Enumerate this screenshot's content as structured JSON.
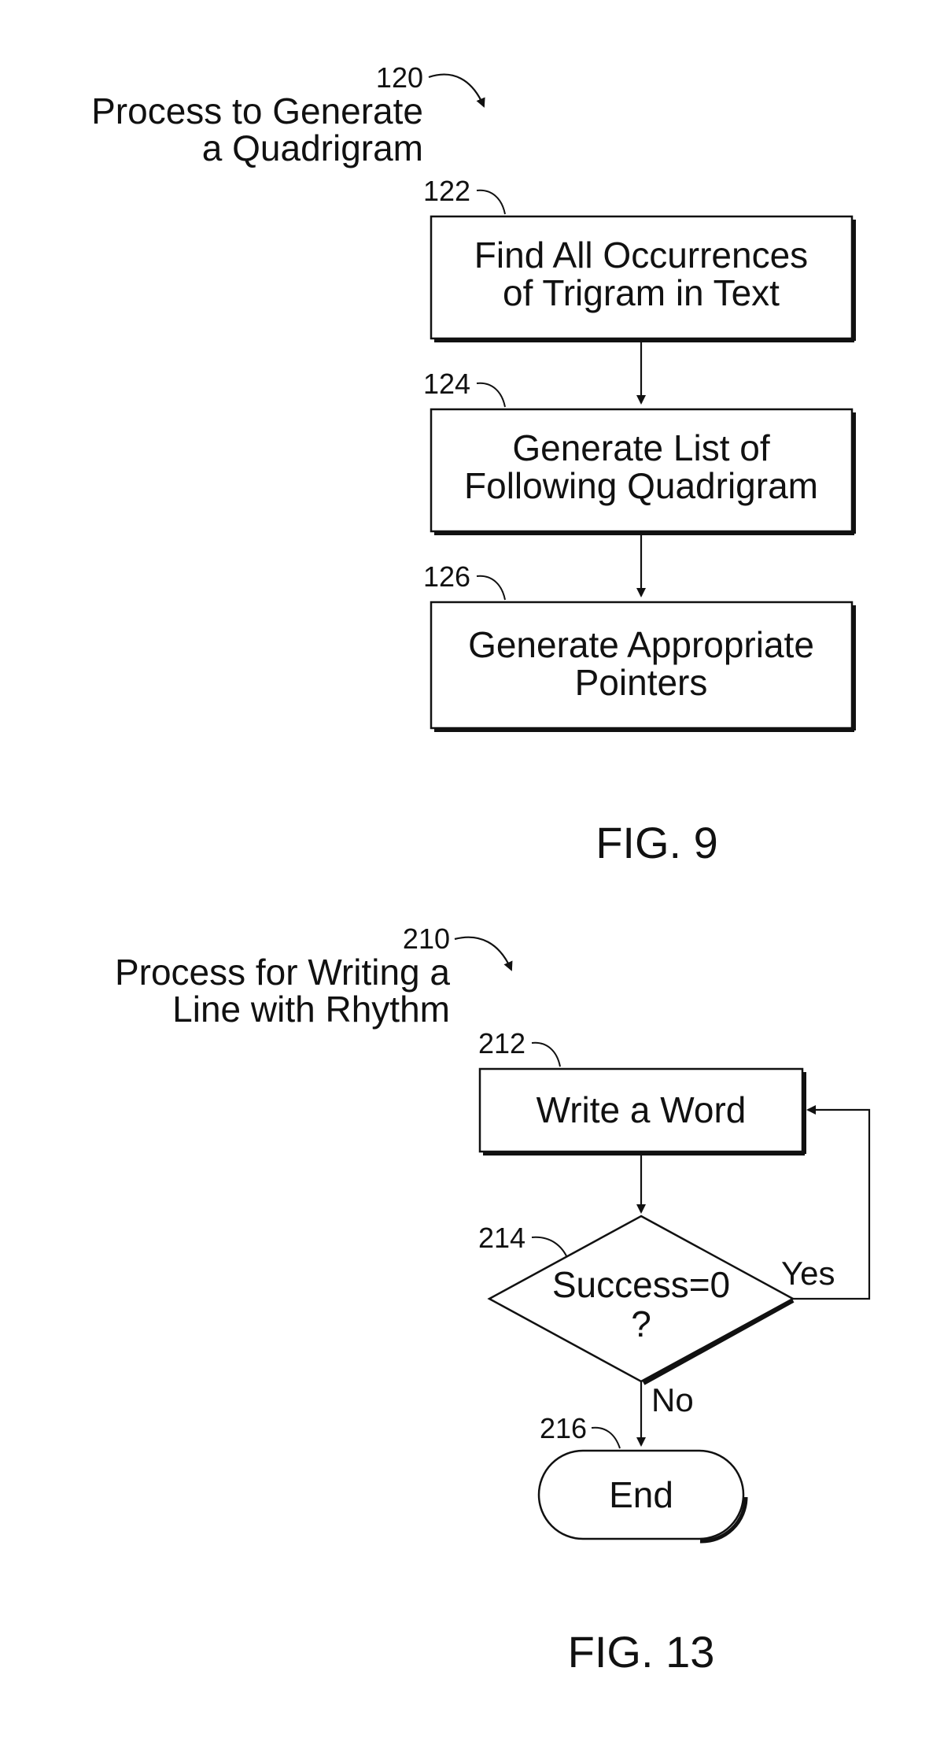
{
  "fig9": {
    "ref": "120",
    "title_line1": "Process to Generate",
    "title_line2": "a Quadrigram",
    "caption": "FIG. 9",
    "steps": [
      {
        "ref": "122",
        "line1": "Find All Occurrences",
        "line2": "of Trigram in Text"
      },
      {
        "ref": "124",
        "line1": "Generate List of",
        "line2": "Following Quadrigram"
      },
      {
        "ref": "126",
        "line1": "Generate Appropriate",
        "line2": "Pointers"
      }
    ]
  },
  "fig13": {
    "ref": "210",
    "title_line1": "Process for Writing a",
    "title_line2": "Line with Rhythm",
    "caption": "FIG. 13",
    "step_write": {
      "ref": "212",
      "label": "Write a Word"
    },
    "decision": {
      "ref": "214",
      "line1": "Success=0",
      "line2": "?",
      "yes_label": "Yes",
      "no_label": "No"
    },
    "terminal": {
      "ref": "216",
      "label": "End"
    }
  },
  "colors": {
    "line": "#111111",
    "background": "#ffffff"
  }
}
